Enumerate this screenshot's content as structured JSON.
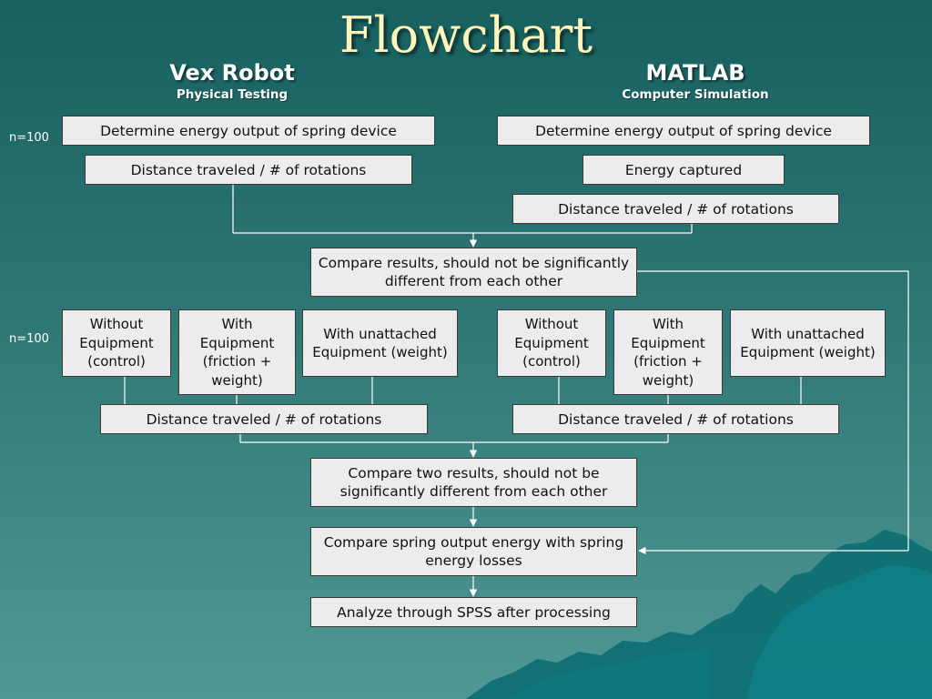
{
  "slide": {
    "title": "Flowchart",
    "colors": {
      "background_top": "#16605f",
      "background_bottom": "#4f9895",
      "title": "#fdf5bc",
      "box_fill": "#ececec",
      "connector": "#ffffff"
    }
  },
  "columns": {
    "left": {
      "heading": "Vex Robot",
      "subheading": "Physical Testing"
    },
    "right": {
      "heading": "MATLAB",
      "subheading": "Computer Simulation"
    }
  },
  "sample_labels": [
    "n=100",
    "n=100"
  ],
  "boxes": {
    "left_energy": "Determine energy output of spring device",
    "left_distance": "Distance traveled / # of rotations",
    "right_energy": "Determine energy output of spring device",
    "right_captured": "Energy captured",
    "right_distance": "Distance traveled / # of rotations",
    "compare_results": "Compare results, should not be significantly different from each other",
    "left_without": "Without Equipment (control)",
    "left_with": "With Equipment (friction + weight)",
    "left_unattached": "With unattached Equipment (weight)",
    "right_without": "Without Equipment (control)",
    "right_with": "With Equipment (friction + weight)",
    "right_unattached": "With unattached Equipment (weight)",
    "left_distance_2": "Distance traveled / # of rotations",
    "right_distance_2": "Distance traveled / # of rotations",
    "compare_two": "Compare two results, should not be significantly different from each other",
    "compare_spring": "Compare spring output energy with spring energy losses",
    "analyze": "Analyze through SPSS after processing"
  }
}
